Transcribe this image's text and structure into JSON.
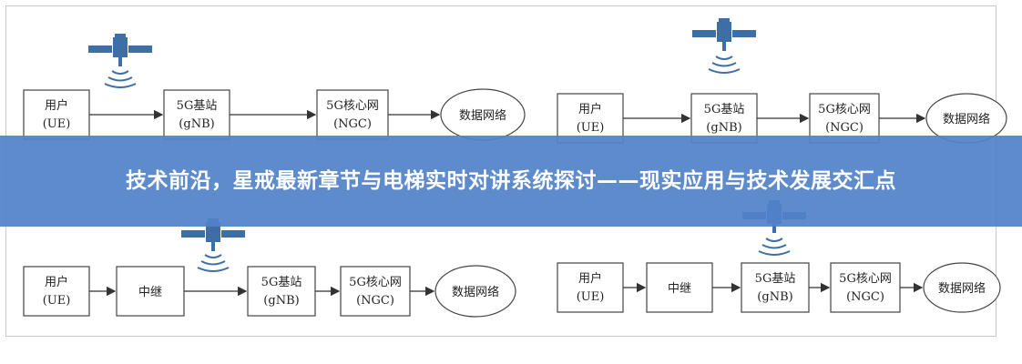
{
  "banner": {
    "title": "技术前沿，星戒最新章节与电梯实时对讲系统探讨——现实应用与技术发展交汇点"
  },
  "diagrams": [
    {
      "nodes": [
        {
          "line1": "用户",
          "line2": "(UE)"
        },
        {
          "line1": "5G基站",
          "line2": "(gNB)"
        },
        {
          "line1": "5G核心网",
          "line2": "(NGC)"
        },
        {
          "line1": "数据网络",
          "line2": ""
        }
      ]
    },
    {
      "nodes": [
        {
          "line1": "用户",
          "line2": "(UE)"
        },
        {
          "line1": "5G基站",
          "line2": "(gNB)"
        },
        {
          "line1": "5G核心网",
          "line2": "(NGC)"
        },
        {
          "line1": "数据网络",
          "line2": ""
        }
      ]
    },
    {
      "nodes": [
        {
          "line1": "用户",
          "line2": "(UE)"
        },
        {
          "line1": "中继",
          "line2": ""
        },
        {
          "line1": "5G基站",
          "line2": "(gNB)"
        },
        {
          "line1": "5G核心网",
          "line2": "(NGC)"
        },
        {
          "line1": "数据网络",
          "line2": ""
        }
      ]
    },
    {
      "nodes": [
        {
          "line1": "用户",
          "line2": "(UE)"
        },
        {
          "line1": "中继",
          "line2": ""
        },
        {
          "line1": "5G基站",
          "line2": "(gNB)"
        },
        {
          "line1": "5G核心网",
          "line2": "(NGC)"
        },
        {
          "line1": "数据网络",
          "line2": ""
        }
      ]
    }
  ],
  "colors": {
    "banner": "#5282c8",
    "satellite": "#3d6fa6"
  },
  "icons": [
    "satellite-icon",
    "signal-wave-icon"
  ]
}
